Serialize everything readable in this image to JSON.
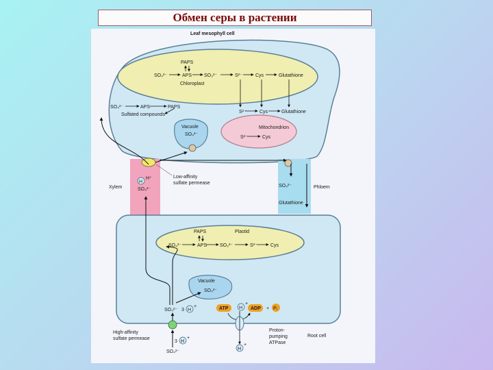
{
  "slide": {
    "title": "Обмен серы в растении"
  },
  "diagram": {
    "leaf_cell_label": "Leaf mesophyll cell",
    "chloroplast": {
      "label": "Chloroplast",
      "paps": "PAPS",
      "so4": "SO₄²⁻",
      "aps": "APS",
      "so3": "SO₃²⁻",
      "s2": "S²⁻",
      "cys": "Cys",
      "glutathione": "Glutathione"
    },
    "cytosol": {
      "so4": "SO₄²⁻",
      "aps": "APS",
      "paps": "PAPS",
      "sulfated": "Sulfated compounds",
      "s2": "S²⁻",
      "cys": "Cys",
      "glutathione": "Glutathione"
    },
    "leaf_vacuole": {
      "label": "Vacuole",
      "so4": "SO₄²⁻"
    },
    "mitochondrion": {
      "label": "Mitochondrion",
      "s2": "S²⁻",
      "cys": "Cys"
    },
    "xylem": {
      "label": "Xylem",
      "h": "H⁺",
      "so4": "SO₄²⁻"
    },
    "low_affinity": {
      "line1": "Low-affinity",
      "line2": "sulfate permease"
    },
    "phloem": {
      "label": "Phloem",
      "so4": "SO₄²⁻",
      "glutathione": "Glutathione"
    },
    "plastid": {
      "label": "Plastid",
      "paps": "PAPS",
      "so4": "SO₄²⁻",
      "aps": "APS",
      "so3": "SO₃²⁻",
      "s2": "S²⁻",
      "cys": "Cys"
    },
    "root_vacuole": {
      "label": "Vacuole",
      "so4": "SO₄²⁻"
    },
    "root_cytosol": {
      "so4": "SO₄²⁻",
      "count3": "3"
    },
    "atp_cycle": {
      "atp": "ATP",
      "adp": "ADP",
      "plus": "+",
      "pi": "Pᵢ"
    },
    "proton_pump": {
      "line1": "Proton-",
      "line2": "pumping",
      "line3": "ATPase"
    },
    "root_label": "Root cell",
    "high_affinity": {
      "line1": "High-affinity",
      "line2": "sulfate permease",
      "count3": "3",
      "so4_out": "SO₄²⁻"
    },
    "ion_h": "H",
    "ion_plus": "+",
    "colors": {
      "membrane": "#5a7f95",
      "cytosol": "#cfe8f4",
      "chloroplast": "#f0eeb0",
      "mitochondrion": "#f4cad6",
      "vacuole": "#a9d6ee",
      "xylem": "#f2a4bd",
      "phloem": "#a8dcef",
      "atp_badge": "#f0a024",
      "permease_low": "#f1e76a",
      "permease_high": "#7fd17a"
    }
  }
}
